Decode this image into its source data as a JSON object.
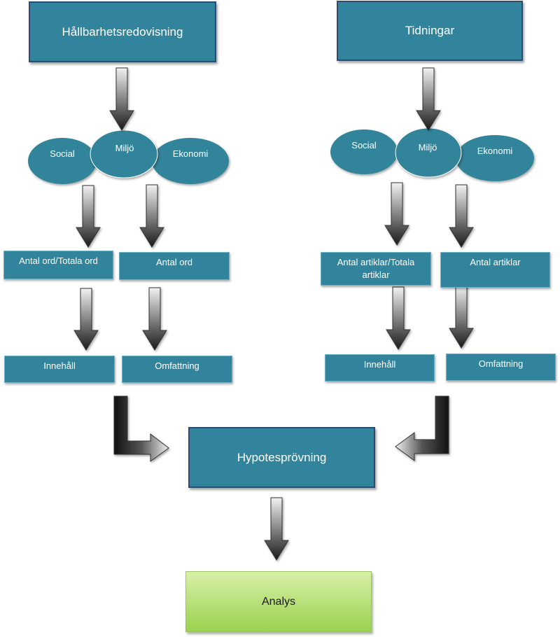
{
  "left_branch": {
    "title": "Hållbarhetsredovisning",
    "pillars": {
      "social": "Social",
      "miljo": "Miljö",
      "ekonomi": "Ekonomi"
    },
    "measures": {
      "ratio": "Antal ord/Totala ord",
      "count": "Antal ord"
    },
    "outcomes": {
      "content": "Innehåll",
      "scope": "Omfattning"
    }
  },
  "right_branch": {
    "title": "Tidningar",
    "pillars": {
      "social": "Social",
      "miljo": "Miljö",
      "ekonomi": "Ekonomi"
    },
    "measures": {
      "ratio": "Antal artiklar/Totala artiklar",
      "count": "Antal artiklar"
    },
    "outcomes": {
      "content": "Innehåll",
      "scope": "Omfattning"
    }
  },
  "hypothesis": "Hypotesprövning",
  "analysis": "Analys",
  "colors": {
    "box": "#31849b",
    "box_border": "#2e4a6e",
    "oval": "#31849b",
    "analysis_fill": "#9bd14e"
  }
}
